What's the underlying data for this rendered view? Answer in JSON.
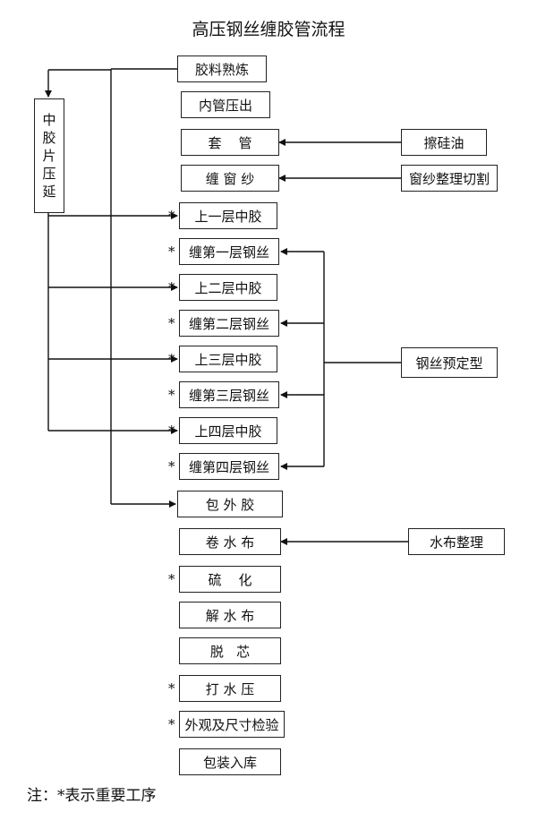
{
  "title": "高压钢丝缠胶管流程",
  "side_box": [
    "中",
    "胶",
    "片",
    "压",
    "延"
  ],
  "steps": [
    {
      "id": "s1",
      "label": "胶料熟炼",
      "star": false
    },
    {
      "id": "s2",
      "label": "内管压出",
      "star": false
    },
    {
      "id": "s3",
      "label": "套    管",
      "star": false
    },
    {
      "id": "s4",
      "label": "缠 窗 纱",
      "star": false
    },
    {
      "id": "s5",
      "label": "上一层中胶",
      "star": true
    },
    {
      "id": "s6",
      "label": "缠第一层钢丝",
      "star": true
    },
    {
      "id": "s7",
      "label": "上二层中胶",
      "star": true
    },
    {
      "id": "s8",
      "label": "缠第二层钢丝",
      "star": true
    },
    {
      "id": "s9",
      "label": "上三层中胶",
      "star": true
    },
    {
      "id": "s10",
      "label": "缠第三层钢丝",
      "star": true
    },
    {
      "id": "s11",
      "label": "上四层中胶",
      "star": true
    },
    {
      "id": "s12",
      "label": "缠第四层钢丝",
      "star": true
    },
    {
      "id": "s13",
      "label": "包 外 胶",
      "star": false
    },
    {
      "id": "s14",
      "label": "卷 水 布",
      "star": false
    },
    {
      "id": "s15",
      "label": "硫    化",
      "star": true
    },
    {
      "id": "s16",
      "label": "解 水 布",
      "star": false
    },
    {
      "id": "s17",
      "label": "脱   芯",
      "star": false
    },
    {
      "id": "s18",
      "label": "打 水 压",
      "star": true
    },
    {
      "id": "s19",
      "label": "外观及尺寸检验",
      "star": true
    },
    {
      "id": "s20",
      "label": "包装入库",
      "star": false
    }
  ],
  "inputs": [
    {
      "id": "i1",
      "label": "擦硅油"
    },
    {
      "id": "i2",
      "label": "窗纱整理切割"
    },
    {
      "id": "i3",
      "label": "钢丝预定型"
    },
    {
      "id": "i4",
      "label": "水布整理"
    }
  ],
  "star_symbol": "*",
  "note": "注：*表示重要工序"
}
